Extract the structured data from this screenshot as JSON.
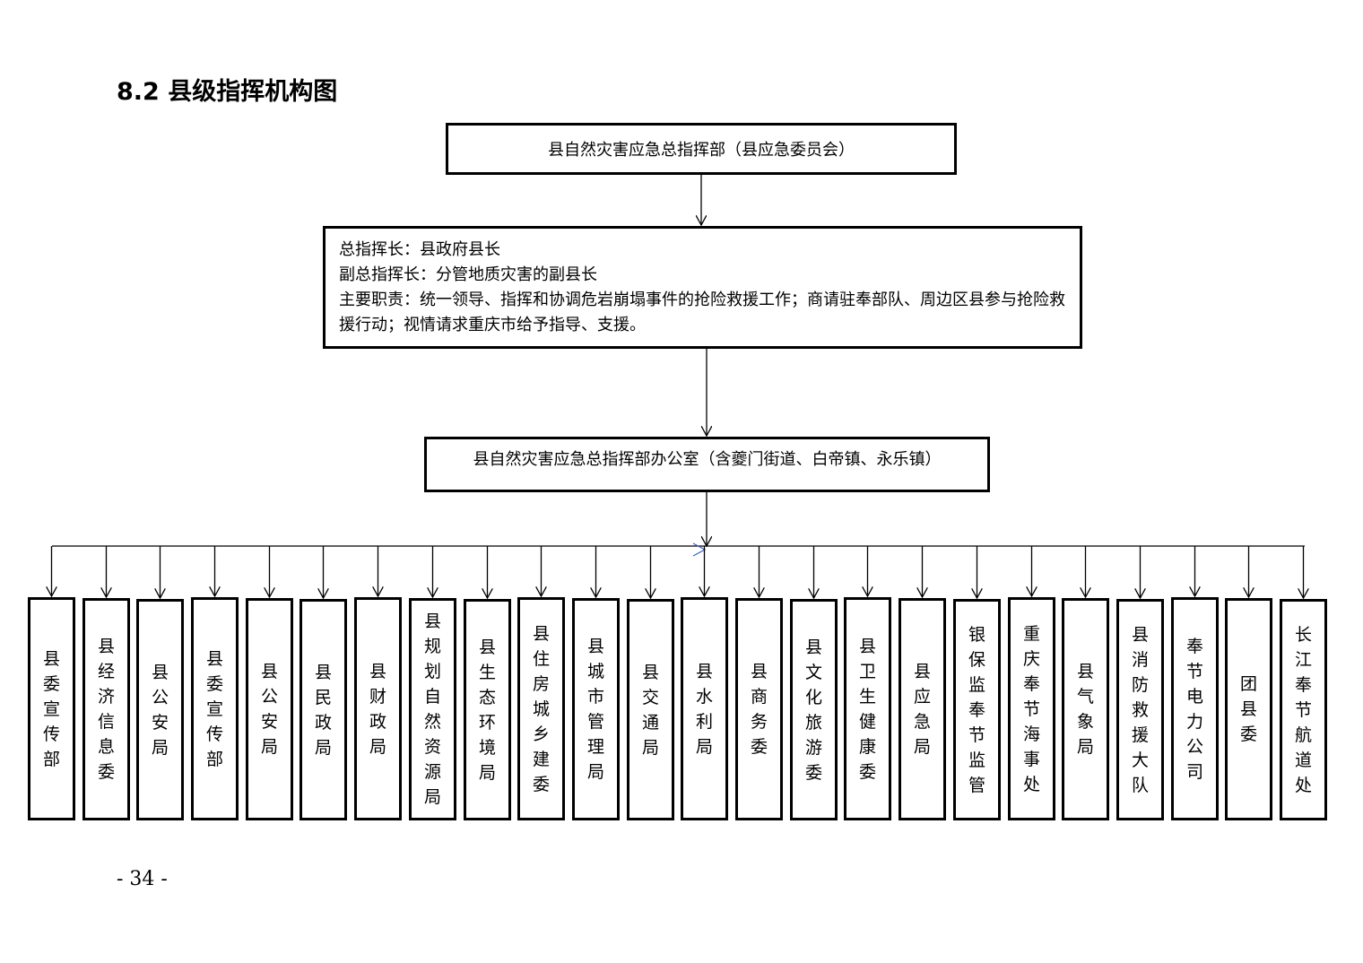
{
  "title": "8.2 县级指挥机构图",
  "top_box": "县自然灾害应急总指挥部（县应急委员会）",
  "command_box": {
    "line1": "总指挥长：县政府县长",
    "line2": "副总指挥长：分管地质灾害的副县长",
    "line3": "主要职责：统一领导、指挥和协调危岩崩塌事件的抢险救援工作；商请驻奉部队、周边区县参与抢险救援行动；视情请求重庆市给予指导、支援。"
  },
  "office_box": "县自然灾害应急总指挥部办公室（含夔门街道、白帝镇、永乐镇）",
  "units": [
    "县委宣传部",
    "县经济信息委",
    "县公安局",
    "县委宣传部",
    "县公安局",
    "县民政局",
    "县财政局",
    "县规划自然资源局",
    "县生态环境局",
    "县住房城乡建委",
    "县城市管理局",
    "县交通局",
    "县水利局",
    "县商务委",
    "县文化旅游委",
    "县卫生健康委",
    "县应急局",
    "银保监奉节监管",
    "重庆奉节海事处",
    "县气象局",
    "县消防救援大队",
    "奉节电力公司",
    "团县委",
    "长江奉节航道处"
  ],
  "page_number": "- 34 -"
}
